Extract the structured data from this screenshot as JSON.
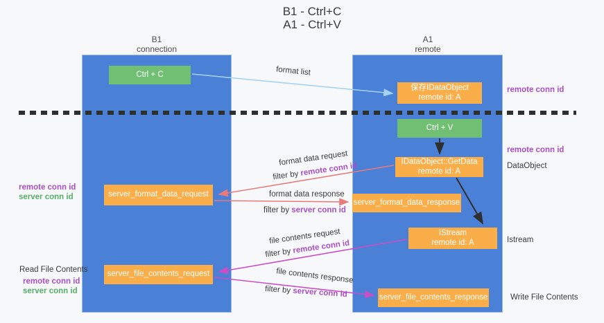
{
  "title": {
    "line1": "B1 - Ctrl+C",
    "line2": "A1 - Ctrl+V"
  },
  "columns": {
    "left": {
      "name": "B1",
      "role": "connection"
    },
    "right": {
      "name": "A1",
      "role": "remote"
    }
  },
  "nodes": {
    "ctrl_c": {
      "label": "Ctrl + C"
    },
    "save_dataobject": {
      "line1": "保存IDataObject",
      "line2": "remote id: A"
    },
    "ctrl_v": {
      "label": "Ctrl + V"
    },
    "getdata": {
      "line1": "IDataObject::GetData",
      "line2": "remote id: A"
    },
    "format_request": {
      "label": "server_format_data_request"
    },
    "format_response": {
      "label": "server_format_data_response"
    },
    "istream": {
      "line1": "IStream",
      "line2": "remote id: A"
    },
    "file_request": {
      "label": "server_file_contents_request"
    },
    "file_response": {
      "label": "server_file_contents_response"
    }
  },
  "arrow_labels": {
    "format_list": "format list",
    "filter_by": "filter by ",
    "format_data_request": "format data request",
    "format_data_request_filter": "remote conn id",
    "format_data_response": "format data response",
    "format_data_response_filter": "server conn id",
    "file_contents_request": "file contents request",
    "file_contents_request_filter": "remote conn id",
    "file_contents_response": "file contents response",
    "file_contents_response_filter": "server conn id"
  },
  "side_labels": {
    "remote_conn_id": "remote conn id",
    "server_conn_id": "server conn id",
    "dataobject": "DataObject",
    "istream": "Istream",
    "read_file_contents": "Read File Contents",
    "write_file_contents": "Write File Contents"
  },
  "colors": {
    "column_blue": "#4a80d6",
    "node_green": "#71bf72",
    "node_orange": "#f9ae4a",
    "arrow_light_blue": "#a5d3f1",
    "arrow_red": "#e87a7a",
    "arrow_magenta": "#c94fc6",
    "arrow_black": "#2f2f2f",
    "label_purple": "#a94fc5",
    "label_green": "#56ae68",
    "background": "#f7f8fa"
  }
}
